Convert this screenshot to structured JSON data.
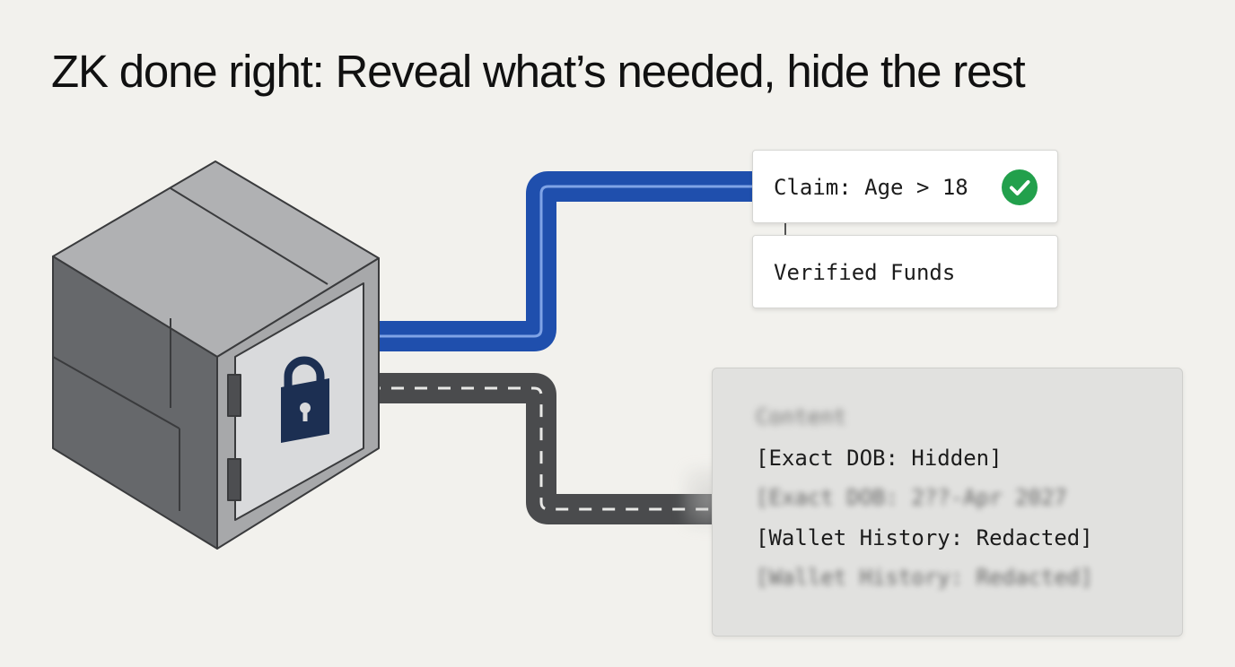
{
  "title": "ZK done right: Reveal what’s needed, hide the rest",
  "revealed": {
    "claim": "Claim: Age > 18",
    "claim_status_icon": "check-circle-icon",
    "funds": "Verified Funds"
  },
  "hidden": {
    "line1": "Content",
    "line2": "[Exact DOB: Hidden]",
    "line3": "[Exact DOB: 2??-Apr 2027",
    "line4": "[Wallet History: Redacted]",
    "line5": "[Wallet History: Redacted]"
  },
  "icons": {
    "vault": "safe-icon",
    "lock": "padlock-icon"
  },
  "colors": {
    "background": "#f2f1ed",
    "reveal_path": "#1f4fad",
    "hidden_path": "#4a4b4d",
    "check": "#22a04c",
    "lock": "#1c2f52"
  }
}
